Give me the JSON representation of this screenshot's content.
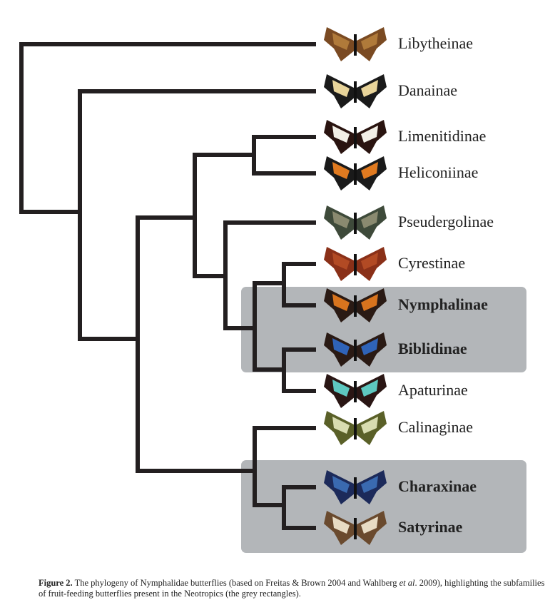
{
  "taxa": [
    {
      "name": "Libytheinae",
      "fruit_feeding": false,
      "colors": [
        "#7a4a22",
        "#b07a3a"
      ]
    },
    {
      "name": "Danainae",
      "fruit_feeding": false,
      "colors": [
        "#1a1a1a",
        "#e8d49a"
      ]
    },
    {
      "name": "Limenitidinae",
      "fruit_feeding": false,
      "colors": [
        "#2a1410",
        "#f2efe6"
      ]
    },
    {
      "name": "Heliconiinae",
      "fruit_feeding": false,
      "colors": [
        "#1a1a1a",
        "#e07a20"
      ]
    },
    {
      "name": "Pseudergolinae",
      "fruit_feeding": false,
      "colors": [
        "#3e4a3a",
        "#8a8a70"
      ]
    },
    {
      "name": "Cyrestinae",
      "fruit_feeding": false,
      "colors": [
        "#8a3018",
        "#b24a24"
      ]
    },
    {
      "name": "Nymphalinae",
      "fruit_feeding": true,
      "colors": [
        "#2a1a14",
        "#d8741e"
      ]
    },
    {
      "name": "Biblidinae",
      "fruit_feeding": true,
      "colors": [
        "#2a1a14",
        "#2f63b8"
      ]
    },
    {
      "name": "Apaturinae",
      "fruit_feeding": false,
      "colors": [
        "#2a1614",
        "#5ec8c0"
      ]
    },
    {
      "name": "Calinaginae",
      "fruit_feeding": false,
      "colors": [
        "#5a6028",
        "#d8dcb0"
      ]
    },
    {
      "name": "Charaxinae",
      "fruit_feeding": true,
      "colors": [
        "#1c2a5a",
        "#3a6ab0"
      ]
    },
    {
      "name": "Satyrinae",
      "fruit_feeding": true,
      "colors": [
        "#6a4a2e",
        "#e8dcc4"
      ]
    }
  ],
  "highlight_color": "#b3b6b9",
  "caption": {
    "label": "Figure 2.",
    "text_a": " The phylogeny of Nymphalidae butterflies (based on Freitas & Brown 2004 and Wahlberg ",
    "etal": "et al",
    "text_b": ". 2009), highlighting the subfamilies of fruit-feeding butterflies present in the Neotropics (the grey rectangles)."
  }
}
